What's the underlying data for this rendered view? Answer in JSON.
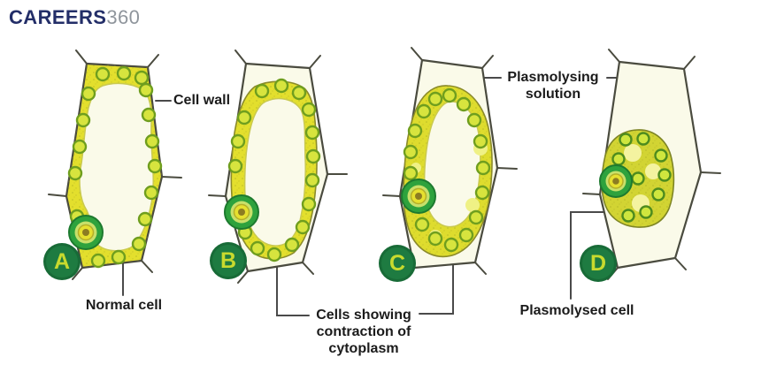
{
  "logo": {
    "brand": "CAREERS",
    "suffix": "360"
  },
  "labels": {
    "cell_wall": "Cell wall",
    "plasmolysing_solution": "Plasmolysing\nsolution",
    "normal_cell": "Normal cell",
    "contraction": "Cells showing\ncontraction of\ncytoplasm",
    "plasmolysed_cell": "Plasmolysed cell"
  },
  "badges": [
    "A",
    "B",
    "C",
    "D"
  ],
  "stages": [
    {
      "letter": "A",
      "caption": "Normal cell"
    },
    {
      "letter": "B",
      "caption": "Cells showing contraction of cytoplasm"
    },
    {
      "letter": "C",
      "caption": "Cells showing contraction of cytoplasm"
    },
    {
      "letter": "D",
      "caption": "Plasmolysed cell"
    }
  ],
  "colors": {
    "brand_navy": "#232e68",
    "brand_gray": "#8f959c",
    "badge_green": "#1e7b41",
    "badge_letter": "#c8da2e",
    "cytoplasm_yellow": "#e3df2d",
    "plasmolysed_olive": "#d2d433",
    "chloroplast_ring": "#6f9e1e",
    "chloroplast_fill": "#d7e43e",
    "nucleus_green": "#2ea23d",
    "cell_wall_line": "#4a4b3f",
    "cell_interior_ivory": "#fafae9",
    "label_text": "#1b1b1b",
    "connector_line": "#4a4a4a"
  }
}
